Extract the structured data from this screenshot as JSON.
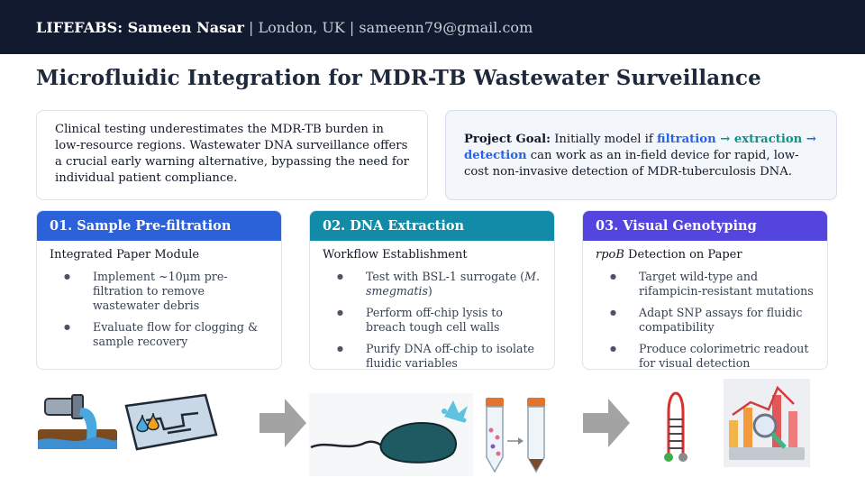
{
  "header": {
    "name": "LIFEFABS: Sameen Nasar",
    "details": " | London, UK | sameenn79@gmail.com"
  },
  "title": "Microfluidic Integration for MDR-TB Wastewater Surveillance",
  "intro": "Clinical testing underestimates the MDR-TB burden in low-resource regions. Wastewater DNA surveillance offers a crucial early warning alternative, bypassing the need for individual patient compliance.",
  "goal": {
    "label": "Project Goal:",
    "text1": " Initially model if ",
    "term1": "filtration",
    "arrow1": " → ",
    "term2": "extraction",
    "arrow2": " → ",
    "term3": "detection",
    "text2": " can work as an in-field device for rapid, low-cost non-invasive detection of MDR-tuberculosis DNA."
  },
  "cards": [
    {
      "title": "01. Sample Pre-filtration",
      "subtitle": "Integrated Paper Module",
      "items": [
        "Implement ~10μm pre-filtration to remove wastewater debris",
        "Evaluate flow for clogging & sample recovery"
      ]
    },
    {
      "title": "02. DNA Extraction",
      "subtitle": "Workflow Establishment",
      "items": [
        "Test with BSL-1 surrogate (",
        "M. smegmatis",
        ")",
        "Perform off-chip lysis to breach tough cell walls",
        "Purify DNA off-chip to isolate fluidic variables"
      ]
    },
    {
      "title": "03. Visual Genotyping",
      "subtitle_em": "rpoB",
      "subtitle_rest": " Detection on Paper",
      "items": [
        "Target wild-type and rifampicin-resistant mutations",
        "Adapt SNP assays for fluidic compatibility",
        "Produce colorimetric readout for visual detection"
      ]
    }
  ],
  "colors": {
    "header_bg": "#111a2e",
    "card1": "#2b62d9",
    "card2": "#118ba8",
    "card3": "#5545df",
    "filtration": "#2563eb",
    "extraction": "#0d9488"
  }
}
